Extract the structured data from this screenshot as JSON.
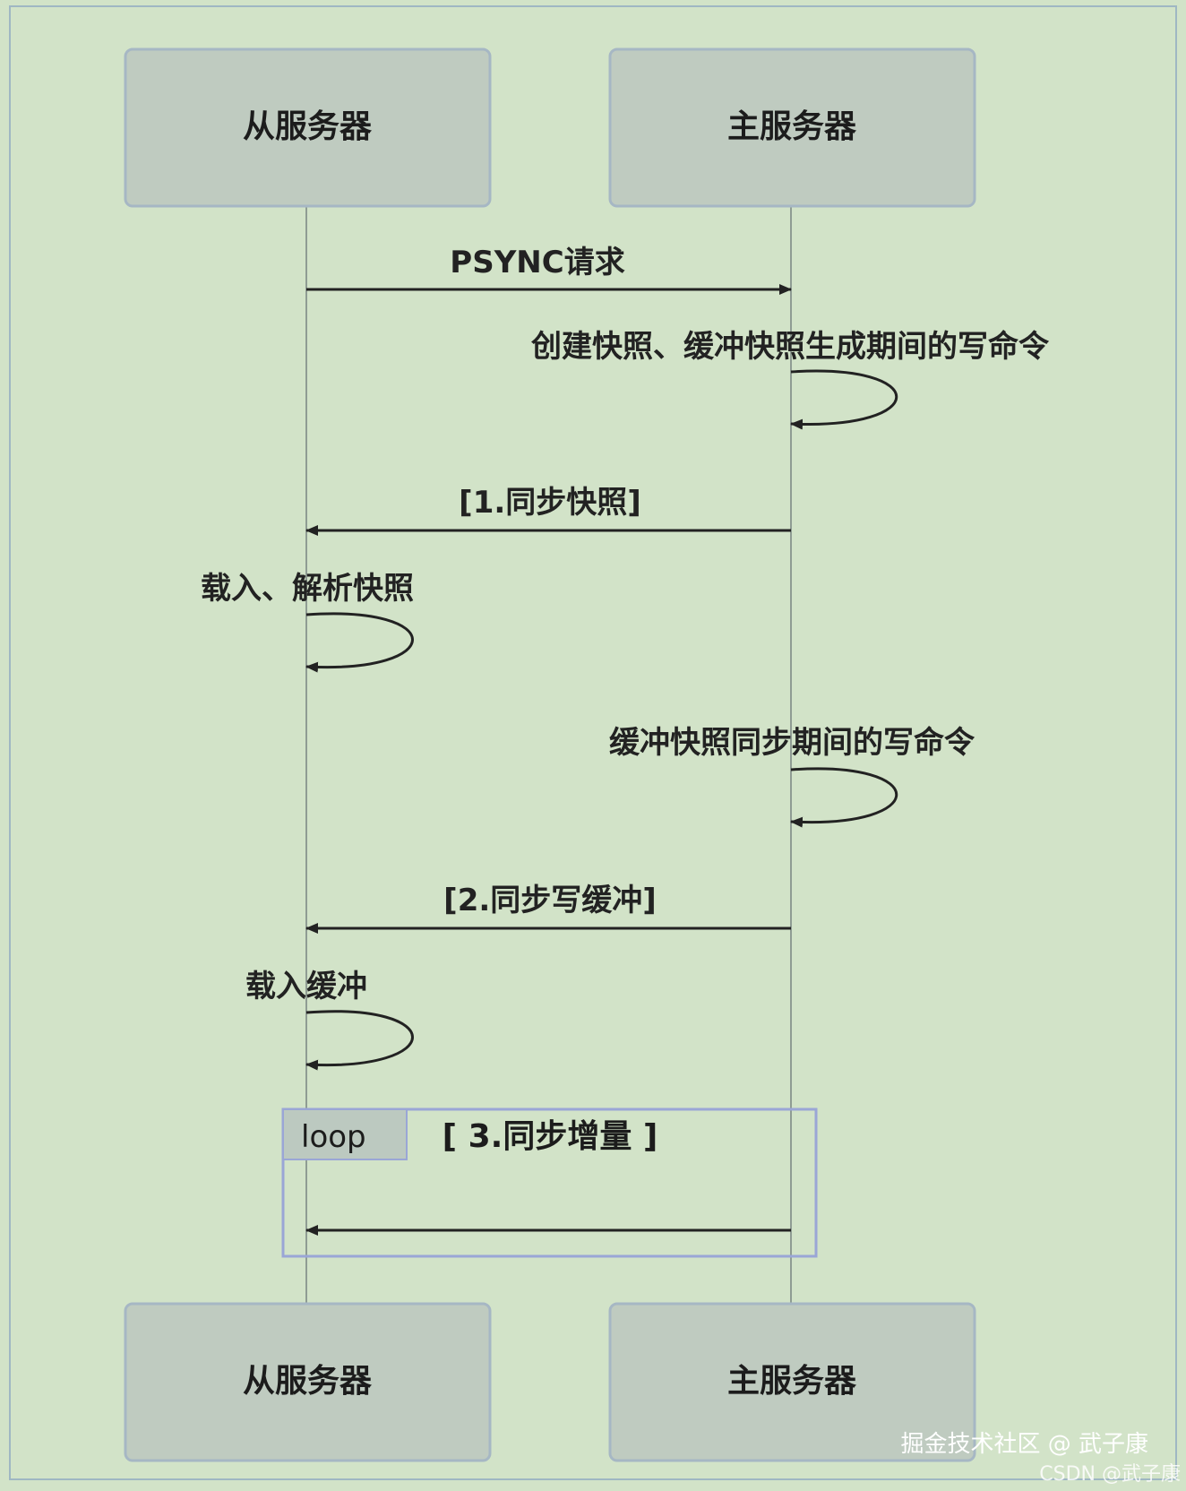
{
  "participants": {
    "slave_top": "从服务器",
    "master_top": "主服务器",
    "slave_bottom": "从服务器",
    "master_bottom": "主服务器"
  },
  "messages": {
    "psync": "PSYNC请求",
    "master_self_1": "创建快照、缓冲快照生成期间的写命令",
    "sync_snapshot": "[1.同步快照]",
    "slave_self_1": "载入、解析快照",
    "master_self_2": "缓冲快照同步期间的写命令",
    "sync_buffer": "[2.同步写缓冲]",
    "slave_self_2": "载入缓冲"
  },
  "loop": {
    "tag": "loop",
    "condition": "[ 3.同步增量 ]"
  },
  "watermark": {
    "line1": "掘金技术社区 @ 武子康",
    "line2": "CSDN @武子康"
  },
  "colors": {
    "background": "#d2e3c8",
    "participant_fill": "#bfcbc0",
    "participant_stroke": "#a6b7c4",
    "loop_stroke": "#9aa6d6",
    "arrow": "#222222"
  }
}
